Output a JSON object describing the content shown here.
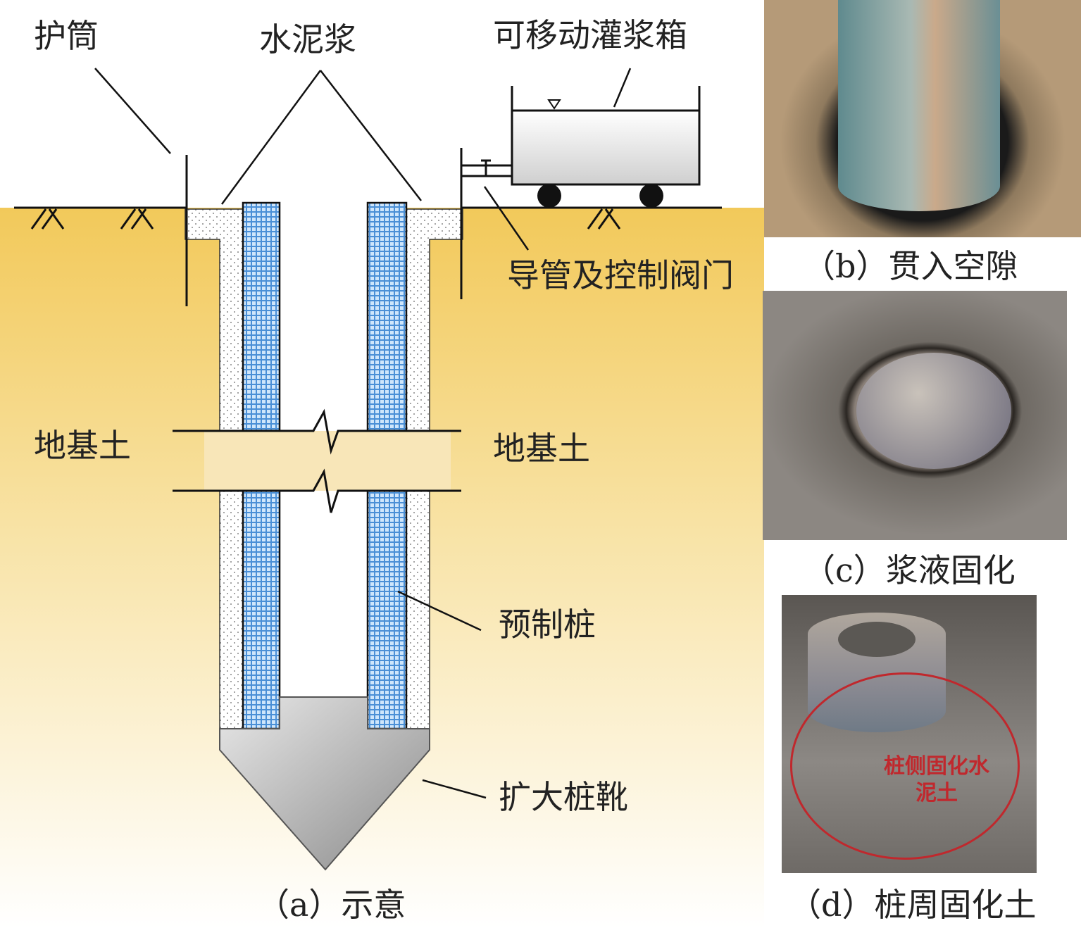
{
  "labels": {
    "casing": "护筒",
    "grout": "水泥浆",
    "tank": "可移动灌浆箱",
    "pipe_valve": "导管及控制阀门",
    "soil_left": "地基土",
    "soil_right": "地基土",
    "precast_pile": "预制桩",
    "pile_shoe": "扩大桩靴"
  },
  "captions": {
    "a": "（a）示意",
    "b": "（b）贯入空隙",
    "c": "（c）浆液固化",
    "d": "（d）桩周固化土"
  },
  "photo_d_annotation": "桩侧固化水泥土",
  "colors": {
    "soil": "#f2c95a",
    "pile": "#5b9bd5",
    "annotation": "#c0282d"
  }
}
